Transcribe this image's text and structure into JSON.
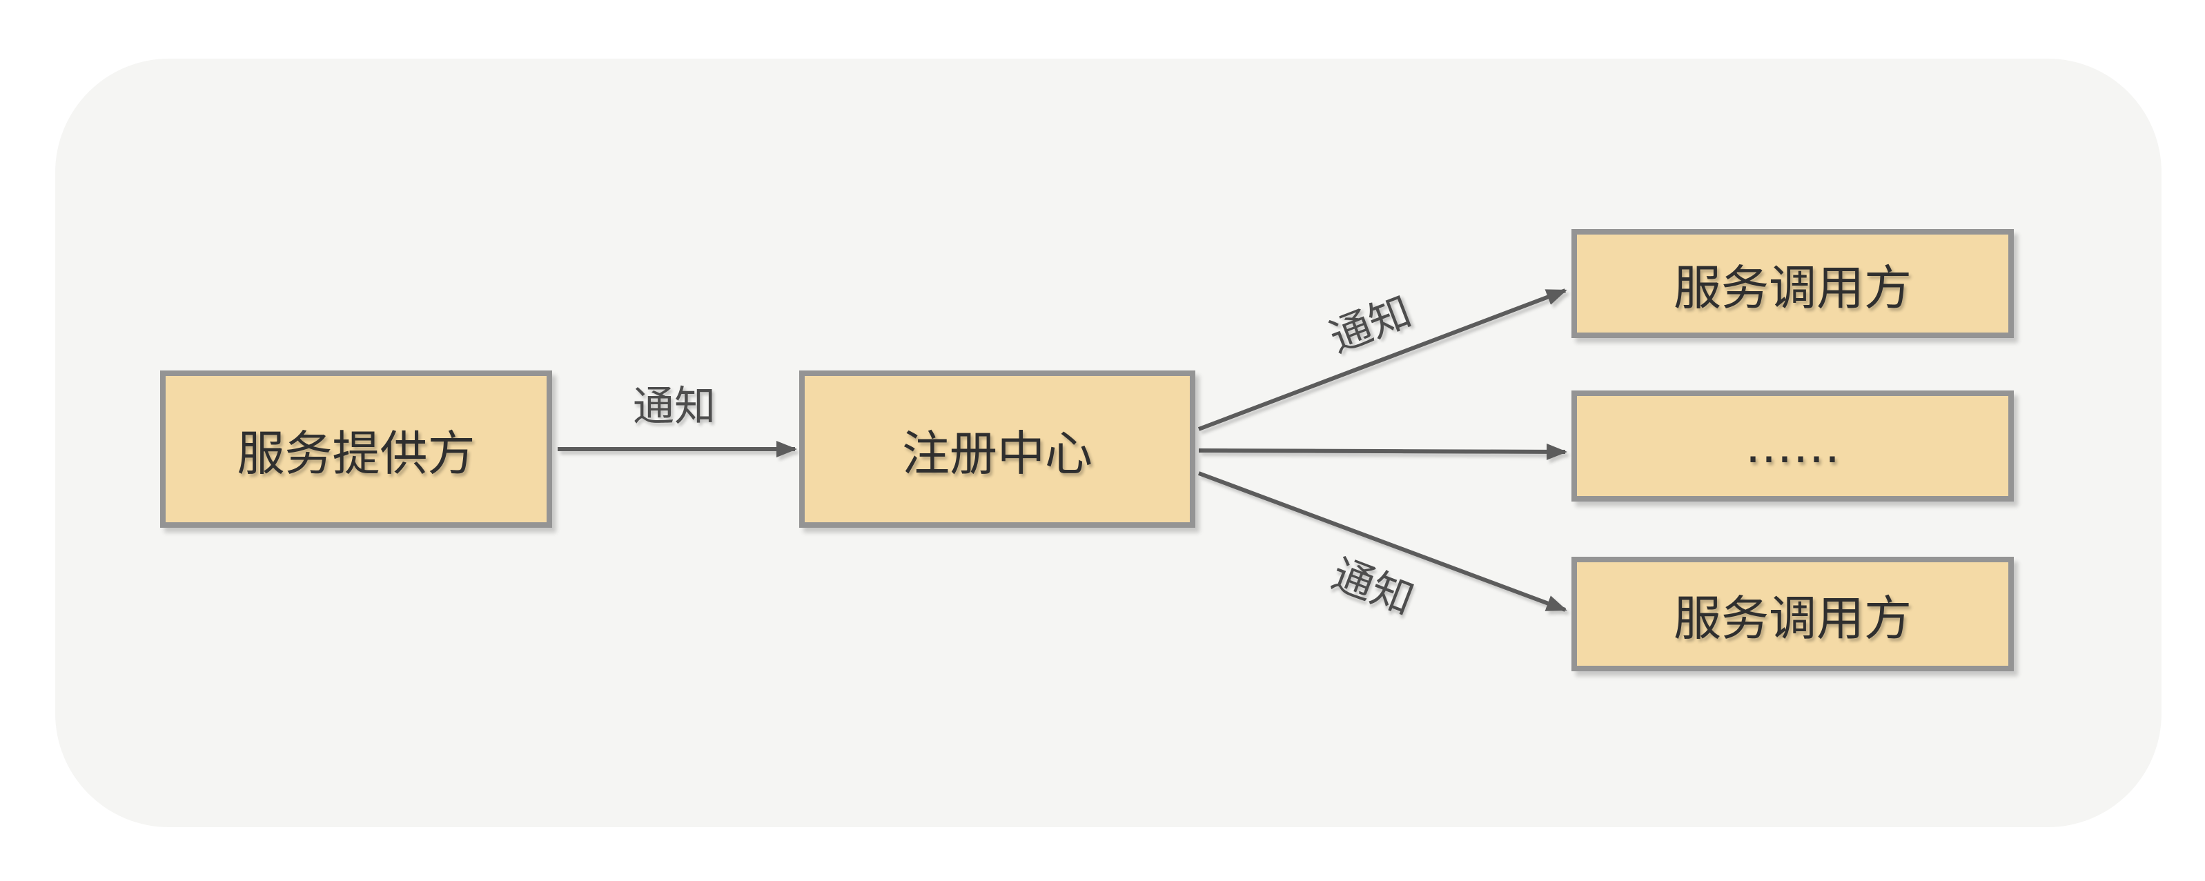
{
  "diagram": {
    "panel_background": "#F5F5F3",
    "page_background": "#FFFFFF",
    "node_fill": "#F4DAA6",
    "node_border_color": "#949494",
    "node_text_color": "#2F2F2F",
    "arrow_color": "#5B5B5B",
    "edge_label_color": "#4D4D4D",
    "nodes": [
      {
        "id": "service-provider",
        "label": "服务提供方"
      },
      {
        "id": "registry-center",
        "label": "注册中心"
      },
      {
        "id": "service-consumer-1",
        "label": "服务调用方"
      },
      {
        "id": "ellipsis-node",
        "label": "……"
      },
      {
        "id": "service-consumer-2",
        "label": "服务调用方"
      }
    ],
    "edges": [
      {
        "from": "service-provider",
        "to": "registry-center",
        "label": "通知"
      },
      {
        "from": "registry-center",
        "to": "service-consumer-1",
        "label": "通知"
      },
      {
        "from": "registry-center",
        "to": "ellipsis-node",
        "label": ""
      },
      {
        "from": "registry-center",
        "to": "service-consumer-2",
        "label": "通知"
      }
    ]
  }
}
